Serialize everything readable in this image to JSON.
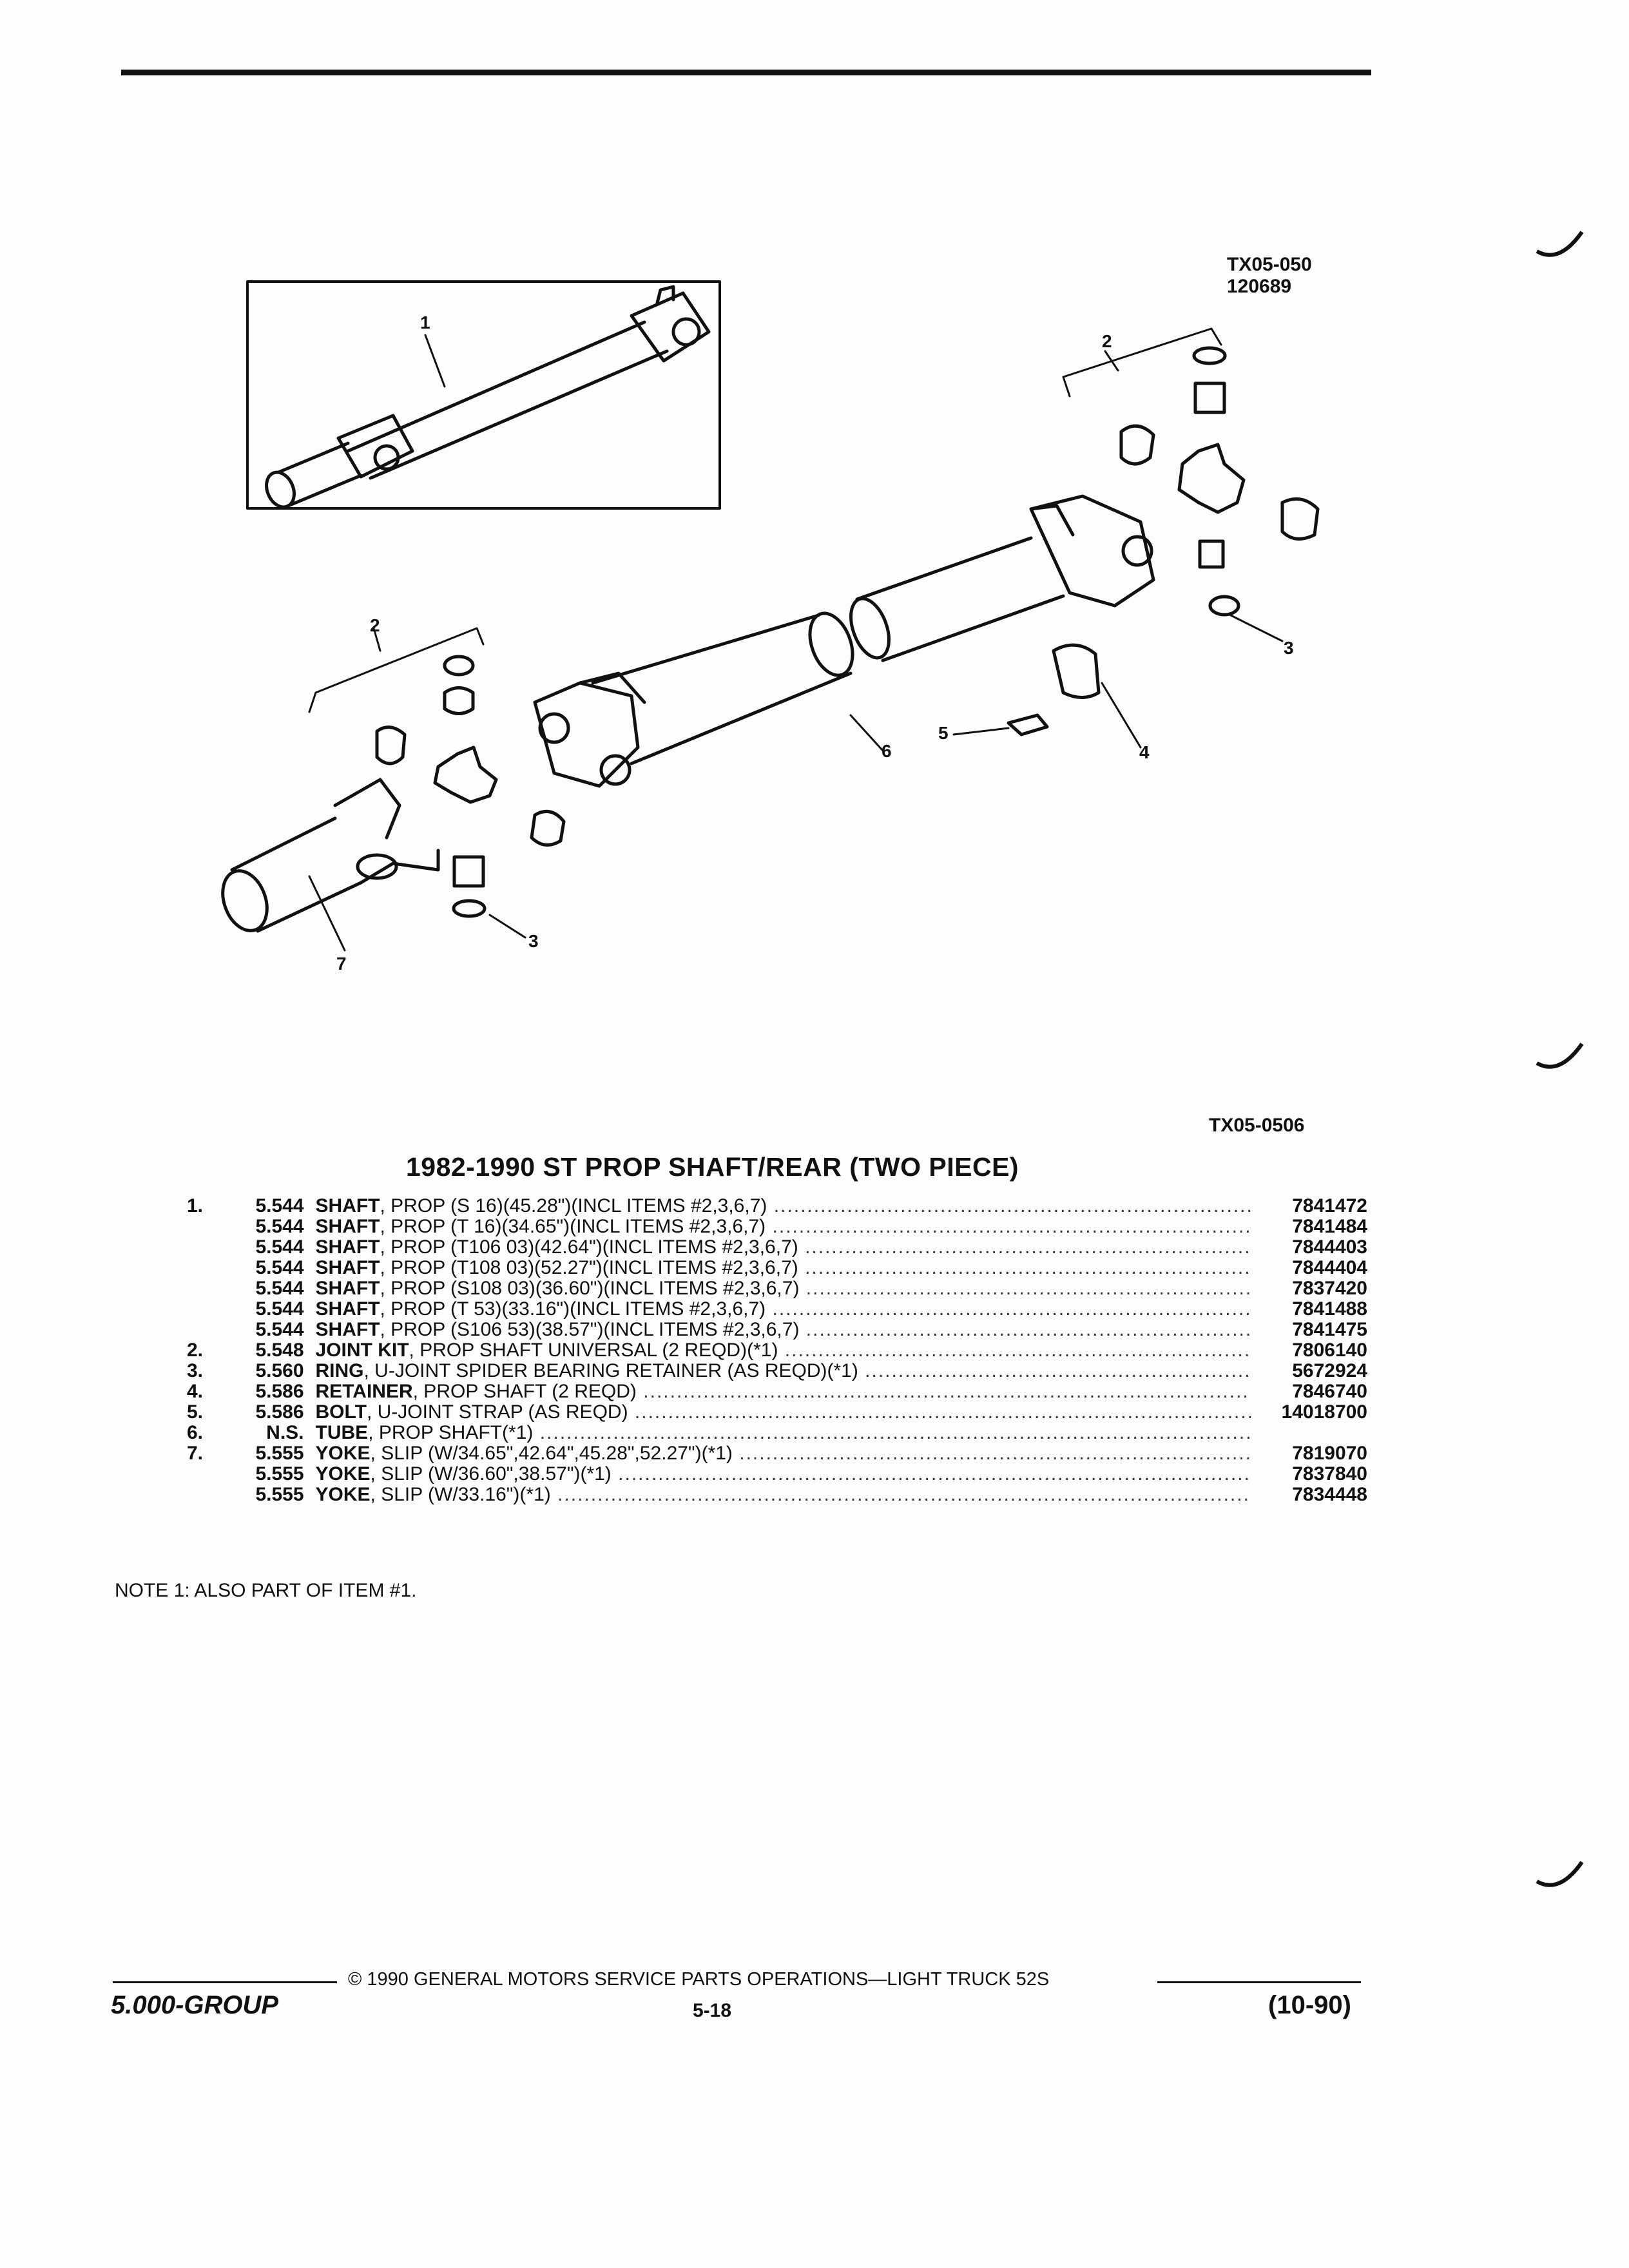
{
  "figure": {
    "ref_top": "TX05-050",
    "ref_top_date": "120689",
    "ref_bottom": "TX05-0506",
    "callouts": [
      "1",
      "2",
      "3",
      "4",
      "5",
      "6",
      "7"
    ]
  },
  "title": "1982-1990 ST PROP SHAFT/REAR (TWO PIECE)",
  "parts": [
    {
      "num": "1.",
      "group": "5.544",
      "name": "SHAFT",
      "desc": ", PROP (S 16)(45.28\")(INCL ITEMS #2,3,6,7)",
      "part_no": "7841472"
    },
    {
      "num": "",
      "group": "5.544",
      "name": "SHAFT",
      "desc": ", PROP (T 16)(34.65\")(INCL ITEMS #2,3,6,7)",
      "part_no": "7841484"
    },
    {
      "num": "",
      "group": "5.544",
      "name": "SHAFT",
      "desc": ", PROP (T106 03)(42.64\")(INCL ITEMS #2,3,6,7)",
      "part_no": "7844403"
    },
    {
      "num": "",
      "group": "5.544",
      "name": "SHAFT",
      "desc": ", PROP (T108 03)(52.27\")(INCL ITEMS #2,3,6,7)",
      "part_no": "7844404"
    },
    {
      "num": "",
      "group": "5.544",
      "name": "SHAFT",
      "desc": ", PROP (S108 03)(36.60\")(INCL ITEMS #2,3,6,7)",
      "part_no": "7837420"
    },
    {
      "num": "",
      "group": "5.544",
      "name": "SHAFT",
      "desc": ", PROP (T 53)(33.16\")(INCL ITEMS #2,3,6,7)",
      "part_no": "7841488"
    },
    {
      "num": "",
      "group": "5.544",
      "name": "SHAFT",
      "desc": ", PROP (S106 53)(38.57\")(INCL ITEMS #2,3,6,7)",
      "part_no": "7841475"
    },
    {
      "num": "2.",
      "group": "5.548",
      "name": "JOINT KIT",
      "desc": ", PROP SHAFT UNIVERSAL (2 REQD)(*1)",
      "part_no": "7806140"
    },
    {
      "num": "3.",
      "group": "5.560",
      "name": "RING",
      "desc": ", U-JOINT SPIDER BEARING RETAINER (AS REQD)(*1)",
      "part_no": "5672924"
    },
    {
      "num": "4.",
      "group": "5.586",
      "name": "RETAINER",
      "desc": ", PROP SHAFT (2 REQD)",
      "part_no": "7846740"
    },
    {
      "num": "5.",
      "group": "5.586",
      "name": "BOLT",
      "desc": ", U-JOINT STRAP (AS REQD)",
      "part_no": "14018700"
    },
    {
      "num": "6.",
      "group": "N.S.",
      "name": "TUBE",
      "desc": ", PROP SHAFT(*1)",
      "part_no": ""
    },
    {
      "num": "7.",
      "group": "5.555",
      "name": "YOKE",
      "desc": ", SLIP (W/34.65\",42.64\",45.28\",52.27\")(*1)",
      "part_no": "7819070"
    },
    {
      "num": "",
      "group": "5.555",
      "name": "YOKE",
      "desc": ", SLIP (W/36.60\",38.57\")(*1)",
      "part_no": "7837840"
    },
    {
      "num": "",
      "group": "5.555",
      "name": "YOKE",
      "desc": ", SLIP (W/33.16\")(*1)",
      "part_no": "7834448"
    }
  ],
  "note": "NOTE  1:  ALSO PART OF ITEM #1.",
  "footer": {
    "copyright": "© 1990  GENERAL MOTORS SERVICE PARTS OPERATIONS—LIGHT TRUCK 52S",
    "group": "5.000-GROUP",
    "page": "5-18",
    "date": "(10-90)"
  }
}
